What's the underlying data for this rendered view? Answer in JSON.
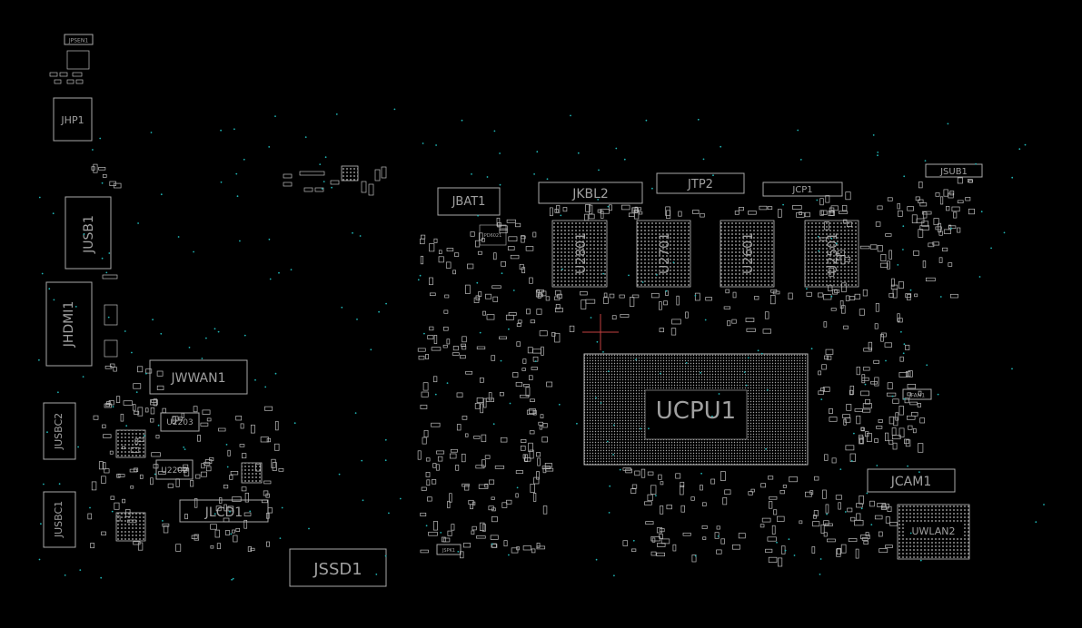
{
  "components": {
    "jpsen1": "JPSEN1",
    "jhp1": "JHP1",
    "jusb1": "JUSB1",
    "jhdmi1": "JHDMI1",
    "jwwan1": "JWWAN1",
    "jusbc2": "JUSBC2",
    "jusbc1": "JUSBC1",
    "u2203": "U2203",
    "u2202": "U2202",
    "jlcd1": "JLCD1",
    "jssd1": "JSSD1",
    "jbat1": "JBAT1",
    "pd6021": "PD6021",
    "jkbl2": "JKBL2",
    "jtp2": "JTP2",
    "jcp1": "JCP1",
    "jsub1": "JSUB1",
    "u2801": "U2801",
    "u2701": "U2701",
    "u2601": "U2601",
    "u2501": "U2501",
    "ucpu1": "UCPU1",
    "jfan1": "JFAN1",
    "jcam1": "JCAM1",
    "uwlan2": "UWLAN2",
    "jspk1": "JSPK1"
  },
  "colors": {
    "background": "#000000",
    "outline": "#a9a9a9",
    "label": "#a0a0a0",
    "via": "#1fb3b3",
    "crosshair": "#c24040"
  }
}
